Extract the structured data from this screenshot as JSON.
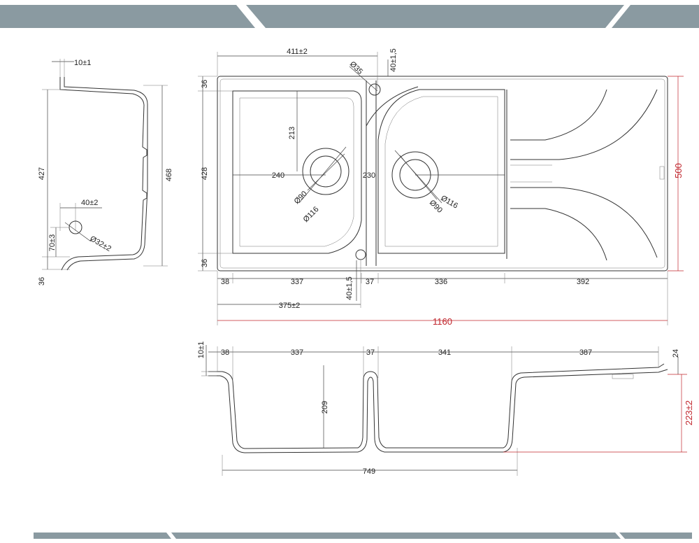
{
  "colors": {
    "banner": "#8a9aa1",
    "banner_dark": "#6f8088",
    "line": "#333333",
    "dimension_red": "#c0262d"
  },
  "side_view": {
    "lip": "10±1",
    "height_inner": "427",
    "height_outer": "468",
    "hole_offset": "40±2",
    "hole_height": "70±3",
    "hole_diameter": "Ø32±2",
    "base": "36"
  },
  "top_view": {
    "bowl_width_pos": "411±2",
    "tap_offset_top": "40±1,5",
    "tap_diameter": "Ø35",
    "rim_top": "36",
    "inner_height": "428",
    "rim_bottom": "36",
    "drain_vertical": "213",
    "drain_left_x": "240",
    "drain_right_x": "230",
    "drain_left_small": "Ø90",
    "drain_left_large": "Ø116",
    "drain_right_small": "Ø90",
    "drain_right_large": "Ø116",
    "w_left_rim": "38",
    "w_bowl1": "337",
    "tap_offset_bottom": "40±1,5",
    "w_divider": "37",
    "w_bowl2": "336",
    "w_drainer": "392",
    "bowl1_center": "375±2",
    "total_width": "1160",
    "total_depth": "500"
  },
  "front_view": {
    "lip": "10±1",
    "w_left_rim": "38",
    "w_bowl1": "337",
    "w_divider": "37",
    "w_bowl2": "341",
    "w_drainer": "387",
    "drainer_edge": "24",
    "bowl_depth": "209",
    "total_depth": "223±2",
    "bowls_width": "749"
  }
}
